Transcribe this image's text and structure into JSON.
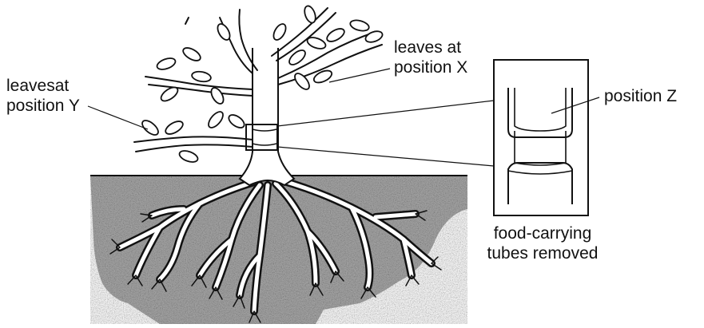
{
  "labels": {
    "leaves_y": {
      "line1": "leavesat",
      "line2": "position Y"
    },
    "leaves_x": {
      "line1": "leaves at",
      "line2": "position X"
    },
    "position_z": "position Z",
    "caption": {
      "line1": "food-carrying",
      "line2": "tubes removed"
    }
  },
  "colors": {
    "ink": "#111111",
    "soil": "#a9a9a9",
    "root_fill": "#ffffff",
    "tube_fill": "#ffffff"
  }
}
